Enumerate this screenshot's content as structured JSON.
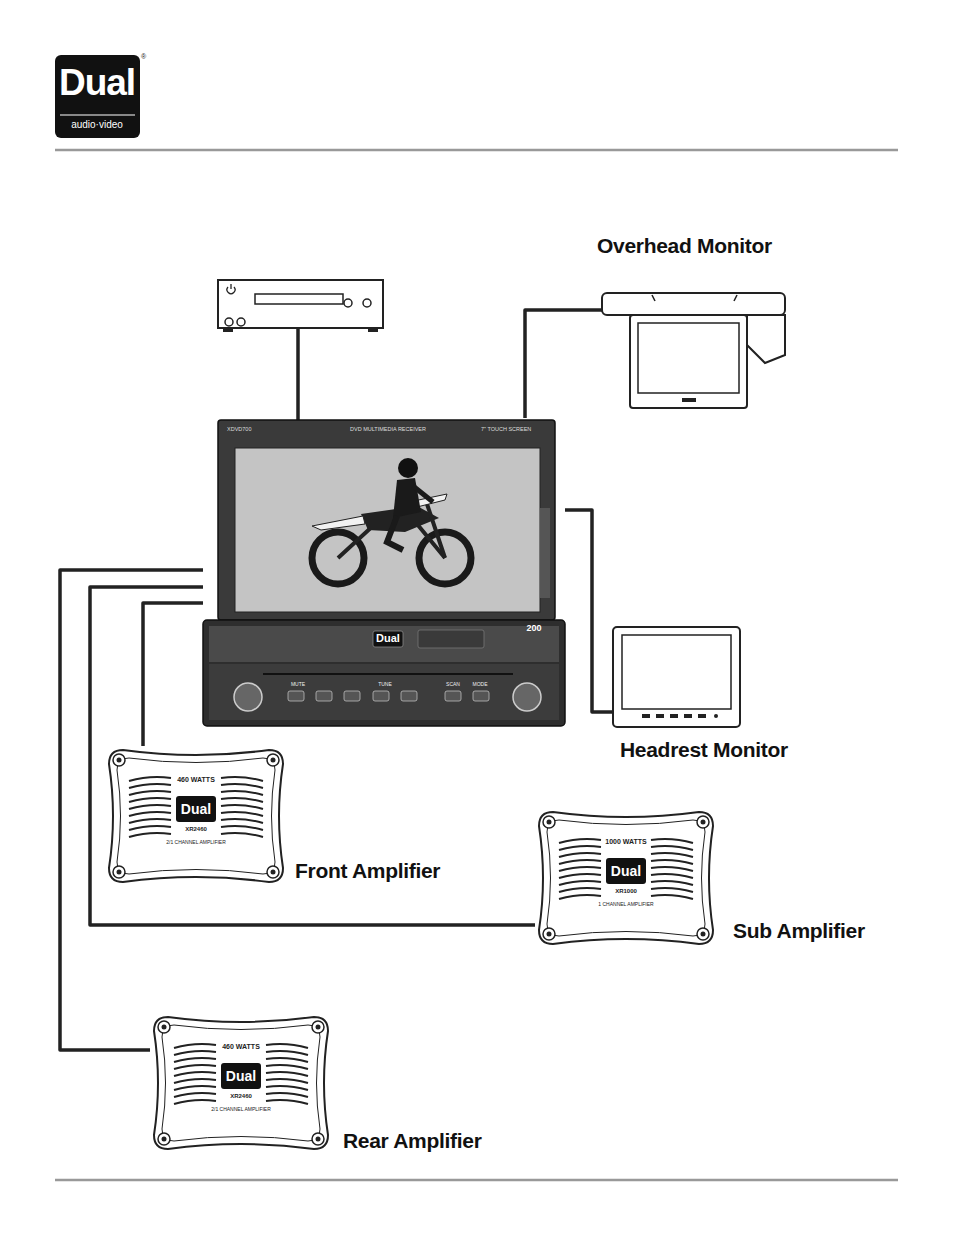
{
  "diagram": {
    "nodes": [
      {
        "text": [
          "Overhead Monitor"
        ]
      },
      {
        "text": [
          "XDVD700",
          "DVD MULTIMEDIA RECEIVER",
          "7\" TOUCH SCREEN",
          "Dual",
          "200",
          "MUTE",
          "TUNE",
          "SCAN",
          "MODE"
        ]
      },
      {
        "text": [
          "Headrest Monitor"
        ]
      },
      {
        "text": [
          "460 WATTS",
          "Dual",
          "XR2460",
          "2/1 CHANNEL AMPLIFIER",
          "Front Amplifier"
        ]
      },
      {
        "text": [
          "1000 WATTS",
          "Dual",
          "XR1000",
          "1 CHANNEL AMPLIFIER",
          "Sub Amplifier"
        ]
      },
      {
        "text": [
          "460 WATTS",
          "Dual",
          "XR2460",
          "2/1 CHANNEL AMPLIFIER",
          "Rear Amplifier"
        ]
      }
    ],
    "edges": [
      {
        "from": 1,
        "to": 0,
        "arrow": "none"
      },
      {
        "from": 1,
        "to": 2,
        "arrow": "none"
      },
      {
        "from": 1,
        "to": 3,
        "arrow": "none"
      },
      {
        "from": 1,
        "to": 4,
        "arrow": "none"
      },
      {
        "from": 1,
        "to": 5,
        "arrow": "none"
      }
    ],
    "labels": [
      "Dual",
      "audio·video",
      "®"
    ]
  }
}
